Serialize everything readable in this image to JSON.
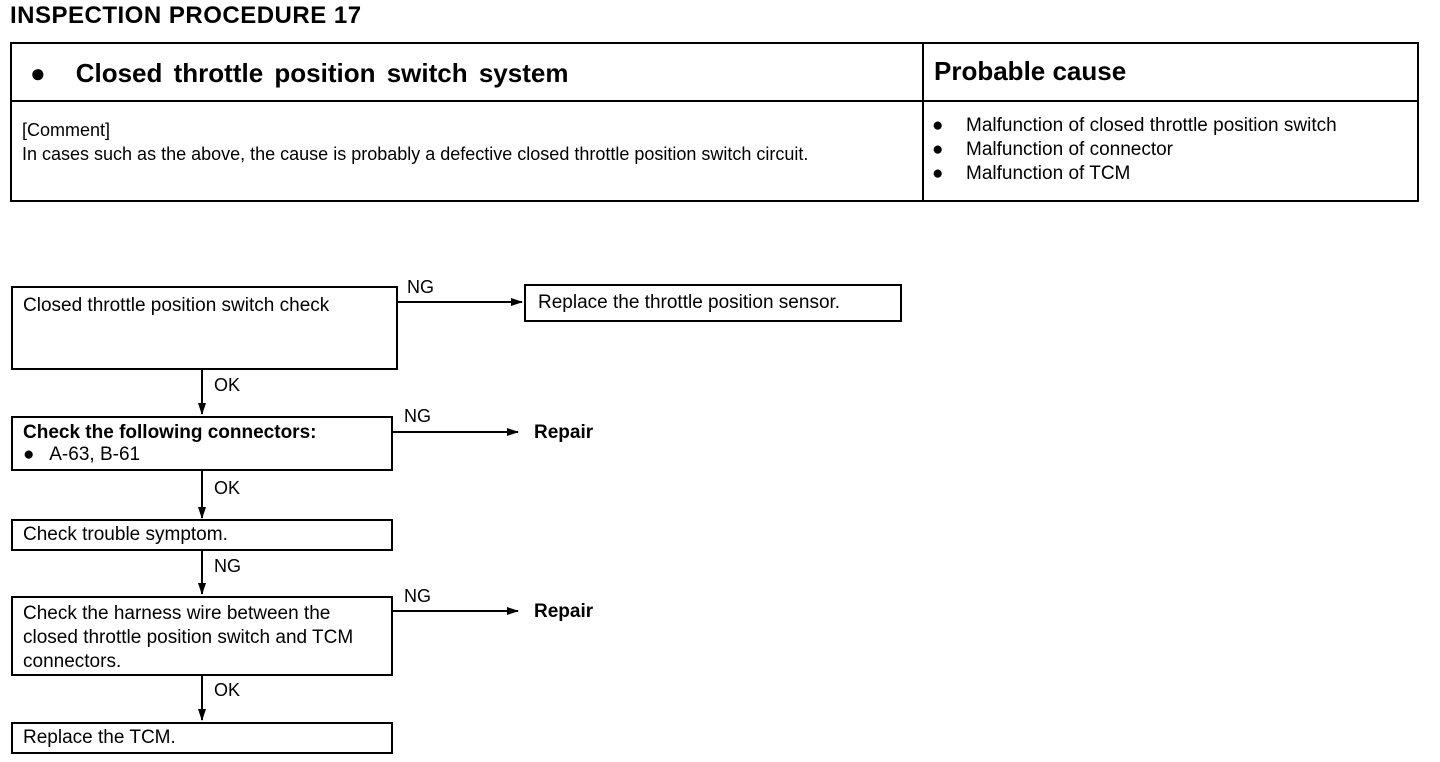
{
  "title": "INSPECTION PROCEDURE 17",
  "table": {
    "heading_bullet": "●",
    "heading": "Closed throttle position switch system",
    "cause_heading": "Probable cause",
    "comment_label": "[Comment]",
    "comment_text": "In cases such as the above, the cause is probably a defective closed throttle position switch circuit.",
    "causes": [
      "Malfunction of closed throttle position switch",
      "Malfunction of connector",
      "Malfunction of TCM"
    ],
    "cause_bullet": "●"
  },
  "flow": {
    "step1": "Closed throttle position switch check",
    "step1_ng_label": "NG",
    "step1_ng_action": "Replace the throttle position sensor.",
    "step1_ok_label": "OK",
    "step2_title": "Check the following connectors:",
    "step2_item": "●   A-63, B-61",
    "step2_ng_label": "NG",
    "step2_ng_action": "Repair",
    "step2_ok_label": "OK",
    "step3": "Check trouble symptom.",
    "step3_ng_label": "NG",
    "step4": "Check the harness wire between the closed throttle position switch and TCM connectors.",
    "step4_ng_label": "NG",
    "step4_ng_action": "Repair",
    "step4_ok_label": "OK",
    "step5": "Replace the TCM."
  }
}
